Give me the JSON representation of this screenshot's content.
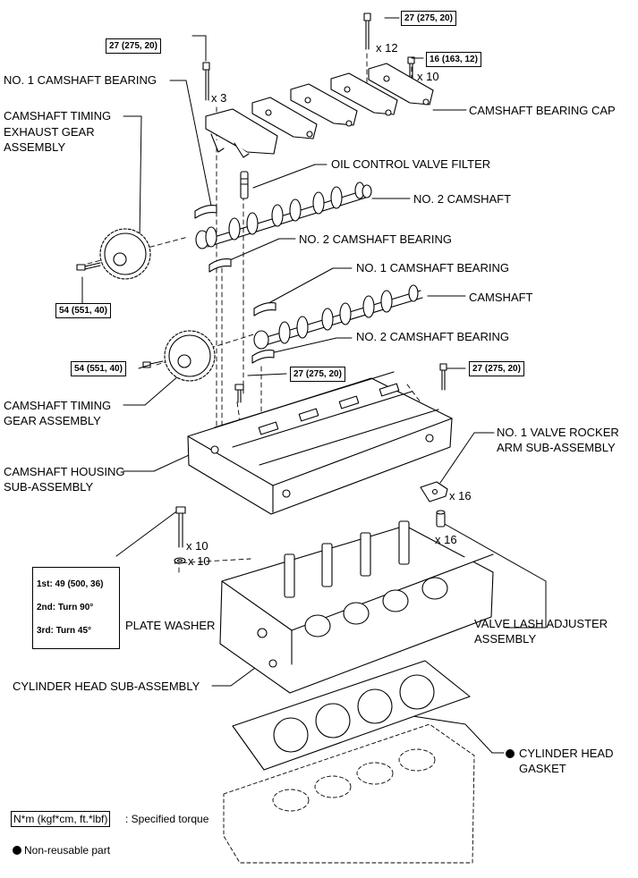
{
  "labels": {
    "no1_camshaft_bearing_top": "NO. 1 CAMSHAFT BEARING",
    "camshaft_timing_exhaust_gear_1": "CAMSHAFT TIMING",
    "camshaft_timing_exhaust_gear_2": "EXHAUST GEAR",
    "camshaft_timing_exhaust_gear_3": "ASSEMBLY",
    "camshaft_bearing_cap": "CAMSHAFT BEARING CAP",
    "oil_control_valve_filter": "OIL CONTROL VALVE FILTER",
    "no2_camshaft": "NO. 2 CAMSHAFT",
    "no2_camshaft_bearing_top": "NO. 2 CAMSHAFT BEARING",
    "no1_camshaft_bearing_mid": "NO. 1 CAMSHAFT BEARING",
    "camshaft": "CAMSHAFT",
    "no2_camshaft_bearing_mid": "NO. 2 CAMSHAFT BEARING",
    "camshaft_timing_gear_1": "CAMSHAFT TIMING",
    "camshaft_timing_gear_2": "GEAR ASSEMBLY",
    "camshaft_housing_1": "CAMSHAFT HOUSING",
    "camshaft_housing_2": "SUB-ASSEMBLY",
    "valve_rocker_1": "NO. 1 VALVE ROCKER",
    "valve_rocker_2": "ARM SUB-ASSEMBLY",
    "plate_washer": "PLATE WASHER",
    "valve_lash_1": "VALVE LASH ADJUSTER",
    "valve_lash_2": "ASSEMBLY",
    "cylinder_head_sub": "CYLINDER HEAD SUB-ASSEMBLY",
    "cylinder_head_gasket_1": "CYLINDER HEAD",
    "cylinder_head_gasket_2": "GASKET"
  },
  "torques": {
    "t_top_right_1": "27 (275, 20)",
    "t_top_left": "27 (275, 20)",
    "t_top_right_2": "16 (163, 12)",
    "t_exhaust_gear": "54 (551, 40)",
    "t_timing_gear": "54 (551, 40)",
    "t_housing_mid": "27 (275, 20)",
    "t_housing_right": "27 (275, 20)"
  },
  "quantities": {
    "q_x12": "x 12",
    "q_x10_top": "x 10",
    "q_x3": "x 3",
    "q_x16_rocker": "x 16",
    "q_x16_lash": "x 16",
    "q_x10_bolt": "x 10",
    "q_x10_washer": "x 10"
  },
  "head_bolt_torque": {
    "step1": "1st: 49 (500, 36)",
    "step2": "2nd: Turn 90°",
    "step3": "3rd: Turn 45°"
  },
  "legend": {
    "unit_box": "N*m (kgf*cm, ft.*lbf)",
    "unit_desc": ": Specified torque",
    "non_reusable": "Non-reusable part"
  }
}
